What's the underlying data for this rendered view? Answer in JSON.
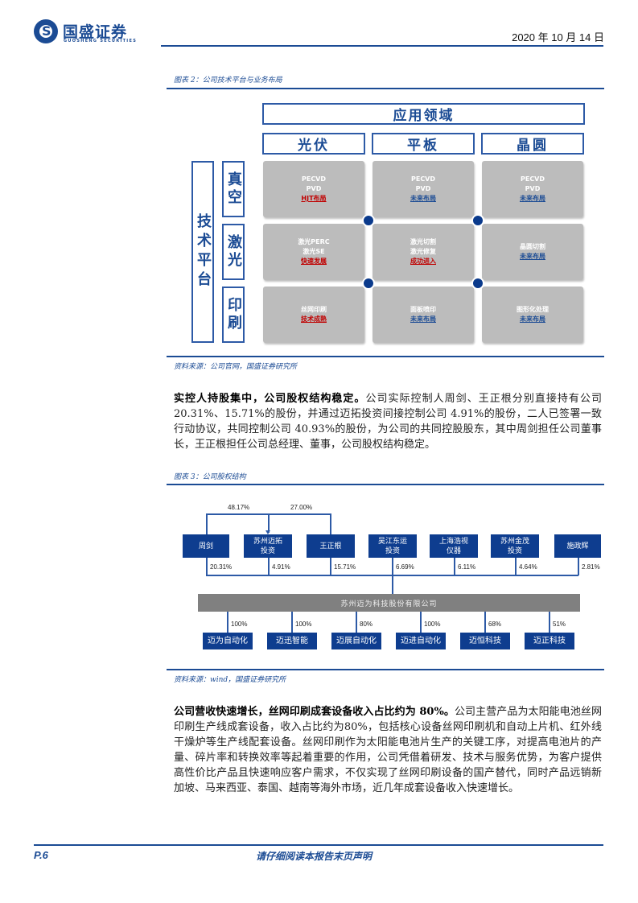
{
  "header": {
    "logo_cn": "国盛证券",
    "logo_en": "GUOSHENG SECURITIES",
    "logo_mark": "S",
    "date": "2020 年 10 月 14 日"
  },
  "figure2": {
    "caption": "图表 2：公司技术平台与业务布局",
    "domain_title": "应用领域",
    "columns": [
      "光伏",
      "平板",
      "晶圆"
    ],
    "platform_title": "技术平台",
    "rows": [
      "真空",
      "激光",
      "印刷"
    ],
    "cells": [
      [
        {
          "lines": [
            "PECVD",
            "PVD"
          ],
          "status": "HJT布局",
          "status_color": "red"
        },
        {
          "lines": [
            "PECVD",
            "PVD"
          ],
          "status": "未来布局",
          "status_color": "blue"
        },
        {
          "lines": [
            "PECVD",
            "PVD"
          ],
          "status": "未来布局",
          "status_color": "blue"
        }
      ],
      [
        {
          "lines": [
            "激光PERC",
            "激光SE"
          ],
          "status": "快速发展",
          "status_color": "red"
        },
        {
          "lines": [
            "激光切割",
            "激光修复"
          ],
          "status": "成功进入",
          "status_color": "red"
        },
        {
          "lines": [
            "晶圆切割"
          ],
          "status": "未来布局",
          "status_color": "blue"
        }
      ],
      [
        {
          "lines": [
            "丝网印刷"
          ],
          "status": "技术成熟",
          "status_color": "red"
        },
        {
          "lines": [
            "面板喷印"
          ],
          "status": "未来布局",
          "status_color": "blue"
        },
        {
          "lines": [
            "图形化处理"
          ],
          "status": "未来布局",
          "status_color": "blue"
        }
      ]
    ],
    "source": "资料来源：公司官网，国盛证券研究所"
  },
  "paragraph1": {
    "lead": "实控人持股集中，公司股权结构稳定。",
    "body": "公司实际控制人周剑、王正根分别直接持有公司20.31%、15.71%的股份，并通过迈拓投资间接控制公司 4.91%的股份，二人已签署一致行动协议，共同控制公司 40.93%的股份，为公司的共同控股股东，其中周剑担任公司董事长，王正根担任公司总经理、董事，公司股权结构稳定。"
  },
  "figure3": {
    "caption": "图表 3：公司股权结构",
    "top_links": [
      "48.17%",
      "27.00%"
    ],
    "shareholders": [
      {
        "name": "周剑",
        "pct": "20.31%"
      },
      {
        "name": "苏州迈拓投资",
        "pct": "4.91%"
      },
      {
        "name": "王正根",
        "pct": "15.71%"
      },
      {
        "name": "吴江东运投资",
        "pct": "6.69%"
      },
      {
        "name": "上海浩视仪器",
        "pct": "6.11%"
      },
      {
        "name": "苏州金茂投资",
        "pct": "4.64%"
      },
      {
        "name": "施政辉",
        "pct": "2.81%"
      }
    ],
    "shareholder_lines": [
      [
        "周剑"
      ],
      [
        "苏州迈拓",
        "投资"
      ],
      [
        "王正根"
      ],
      [
        "吴江东运",
        "投资"
      ],
      [
        "上海浩视",
        "仪器"
      ],
      [
        "苏州金茂",
        "投资"
      ],
      [
        "施政辉"
      ]
    ],
    "company": "苏州迈为科技股份有限公司",
    "subsidiaries": [
      {
        "name": "迈为自动化",
        "pct": "100%"
      },
      {
        "name": "迈迅智能",
        "pct": "100%"
      },
      {
        "name": "迈展自动化",
        "pct": "80%"
      },
      {
        "name": "迈进自动化",
        "pct": "100%"
      },
      {
        "name": "迈恒科技",
        "pct": "68%"
      },
      {
        "name": "迈正科技",
        "pct": "51%"
      }
    ],
    "source": "资料来源：wind，国盛证券研究所"
  },
  "paragraph2": {
    "lead": "公司营收快速增长，丝网印刷成套设备收入占比约为 80%。",
    "body": "公司主营产品为太阳能电池丝网印刷生产线成套设备，收入占比约为80%，包括核心设备丝网印刷机和自动上片机、红外线干燥炉等生产线配套设备。丝网印刷作为太阳能电池片生产的关键工序，对提高电池片的产量、碎片率和转换效率等起着重要的作用，公司凭借着研发、技术与服务优势，为客户提供高性价比产品且快速响应客户需求，不仅实现了丝网印刷设备的国产替代，同时产品远销新加坡、马来西亚、泰国、越南等海外市场，近几年成套设备收入快速增长。"
  },
  "footer": {
    "page": "P.6",
    "notice": "请仔细阅读本报告末页声明"
  },
  "colors": {
    "brand_blue": "#1b4b94",
    "box_blue": "#0e3d8f",
    "cell_gray": "#bcbcbc",
    "parent_gray": "#808080",
    "status_red": "#c00000"
  }
}
